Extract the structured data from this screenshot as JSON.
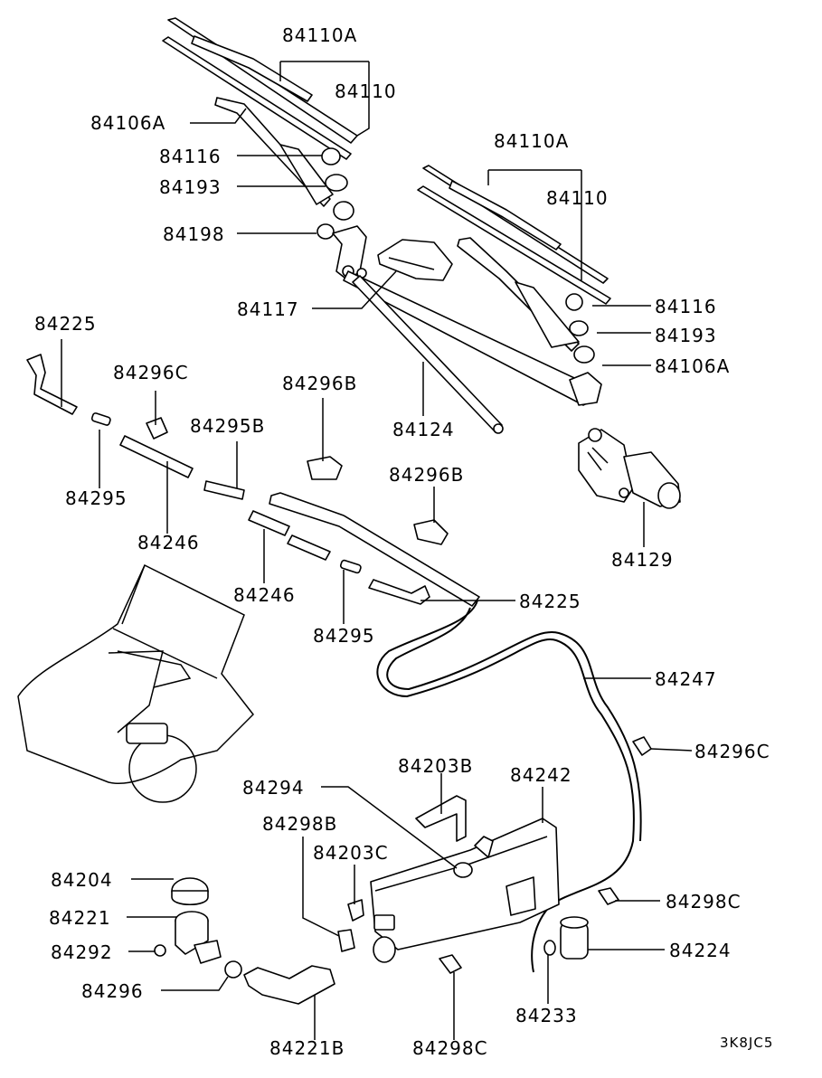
{
  "diagram": {
    "code": "3K8JC5",
    "labels": {
      "l1": "84110A",
      "l2": "84110",
      "l3": "84106A",
      "l4": "84116",
      "l5": "84193",
      "l6": "84198",
      "l7": "84110A",
      "l8": "84110",
      "l9": "84117",
      "l10": "84116",
      "l11": "84193",
      "l12": "84106A",
      "l13": "84225",
      "l14": "84296C",
      "l15": "84296B",
      "l16": "84124",
      "l17": "84295B",
      "l18": "84295",
      "l19": "84246",
      "l20": "84296B",
      "l21": "84129",
      "l22": "84246",
      "l23": "84225",
      "l24": "84295",
      "l25": "84247",
      "l26": "84296C",
      "l27": "84294",
      "l28": "84203B",
      "l29": "84242",
      "l30": "84298B",
      "l31": "84203C",
      "l32": "84204",
      "l33": "84298C",
      "l34": "84221",
      "l35": "84224",
      "l36": "84292",
      "l37": "84296",
      "l38": "84233",
      "l39": "84221B",
      "l40": "84298C"
    }
  }
}
